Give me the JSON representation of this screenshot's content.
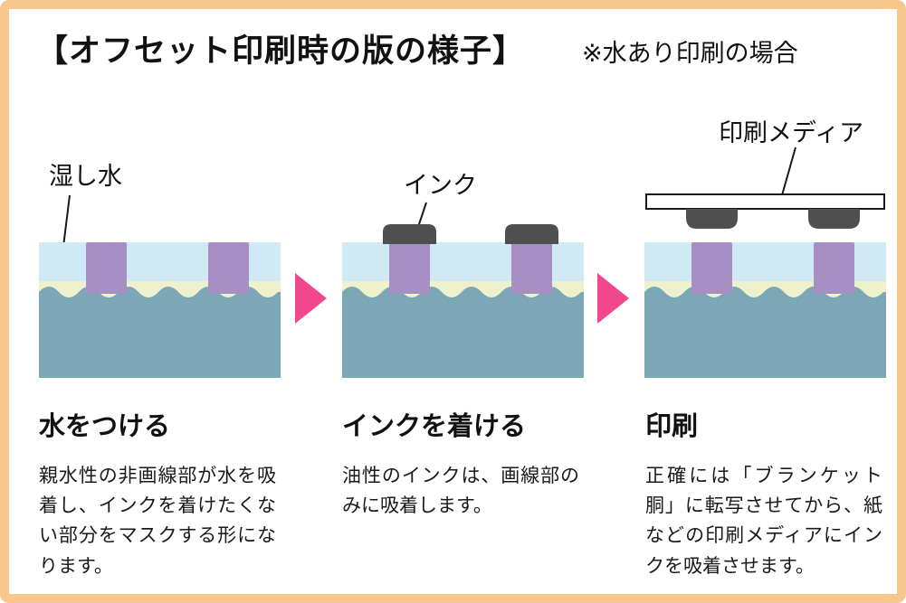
{
  "title": "【オフセット印刷時の版の様子】",
  "note": "※水あり印刷の場合",
  "labels": {
    "water": "湿し水",
    "ink": "インク",
    "media": "印刷メディア"
  },
  "panels": [
    {
      "heading": "水をつける",
      "body": "親水性の非画線部が水を吸着し、インクを着けたくない部分をマスクする形になります。"
    },
    {
      "heading": "インクを着ける",
      "body": "油性のインクは、画線部のみに吸着します。"
    },
    {
      "heading": "印刷",
      "body": "正確には「ブランケット胴」に転写させてから、紙などの印刷メディアにインクを吸着させます。"
    }
  ],
  "colors": {
    "border": "#f7c78e",
    "water_layer": "#cfe9f5",
    "film": "#eef2cc",
    "plate": "#7ba7b7",
    "image_area": "#a78fc3",
    "ink": "#4f4f4f",
    "arrow": "#f0478d",
    "media_bar_fill": "#ffffff",
    "media_bar_stroke": "#1a1a1a",
    "line": "#1a1a1a"
  }
}
